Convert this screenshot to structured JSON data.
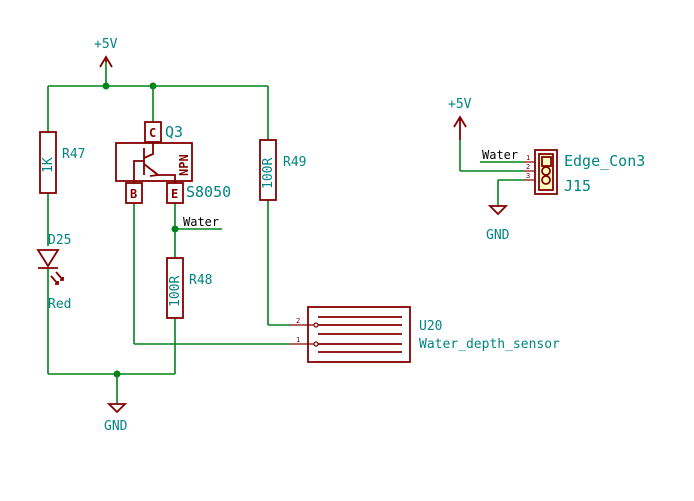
{
  "power": {
    "vcc_main": "+5V",
    "vcc_conn": "+5V",
    "gnd_main": "GND",
    "gnd_conn": "GND"
  },
  "resistors": {
    "r47": {
      "ref": "R47",
      "value": "1K"
    },
    "r48": {
      "ref": "R48",
      "value": "100R"
    },
    "r49": {
      "ref": "R49",
      "value": "100R"
    }
  },
  "led": {
    "ref": "D25",
    "value": "Red"
  },
  "transistor": {
    "ref": "Q3",
    "value": "S8050",
    "type_label": "NPN",
    "pin_c": "C",
    "pin_b": "B",
    "pin_e": "E"
  },
  "sensor": {
    "ref": "U20",
    "value": "Water_depth_sensor",
    "pin1": "1",
    "pin2": "2"
  },
  "connector": {
    "ref": "J15",
    "value": "Edge_Con3",
    "pin1": "1",
    "pin2": "2",
    "pin3": "3"
  },
  "nets": {
    "water_main": "Water",
    "water_conn": "Water"
  },
  "colors": {
    "wire": "#00841a",
    "component": "#840000",
    "text": "#008484"
  }
}
